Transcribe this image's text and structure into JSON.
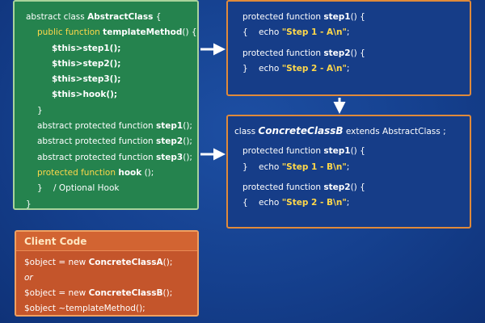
{
  "abstract_class": {
    "decl_prefix": "abstract class ",
    "name": "AbstractClass",
    "decl_suffix": " {",
    "template_decl_prefix": "public function ",
    "template_name": "templateMethod",
    "template_decl_suffix": "() {",
    "calls": [
      "$this>step1();",
      "$this>step2();",
      "$this>step3();",
      "$this>hook();"
    ],
    "close_inner": "}",
    "abstract_prefix": "abstract protected function ",
    "abstract_methods": [
      "step1",
      "step2",
      "step3"
    ],
    "abstract_suffix": "();",
    "hook_prefix": "protected function ",
    "hook_name": "hook",
    "hook_suffix": " ();",
    "hook_comment": "}    / Optional Hook",
    "close_outer": "}"
  },
  "class_a": {
    "m1_prefix": "protected function ",
    "m1_name": "step1",
    "m1_suffix": "() {",
    "m1_body_open": "{    echo ",
    "m1_string": "\"Step 1 - A\\n\"",
    "m1_body_close": ";",
    "m2_prefix": "protected function ",
    "m2_name": "step2",
    "m2_suffix": "() {",
    "m2_body_open": "}    echo ",
    "m2_string": "\"Step 2 - A\\n\"",
    "m2_body_close": ";"
  },
  "class_b": {
    "decl_prefix": "class ",
    "name": "ConcreteClassB",
    "decl_suffix": " extends AbstractClass ;",
    "m1_prefix": "protected function ",
    "m1_name": "step1",
    "m1_suffix": "() {",
    "m1_body_open": "}    echo ",
    "m1_string": "\"Step 1 - B\\n\"",
    "m1_body_close": ";",
    "m2_prefix": "protected function ",
    "m2_name": "step2",
    "m2_suffix": "() {",
    "m2_body_open": "{    echo ",
    "m2_string": "\"Step 2 - B\\n\"",
    "m2_body_close": ";"
  },
  "client": {
    "title": "Client Code",
    "line1_prefix": "$object = new ",
    "line1_class": "ConcreteClassA",
    "line1_suffix": "();",
    "or": "or",
    "line2_prefix": "$object = new ",
    "line2_class": "ConcreteClassB",
    "line2_suffix": "();",
    "line3_prefix": "$object ~",
    "line3_method": "templateMethod",
    "line3_suffix": "();"
  },
  "colors": {
    "background": "#15408e",
    "abstract_box": "#25834e",
    "concrete_box_border": "#e08a3a",
    "client_box": "#c4552b",
    "string_yellow": "#ffd84a",
    "arrow": "#ffffff"
  }
}
